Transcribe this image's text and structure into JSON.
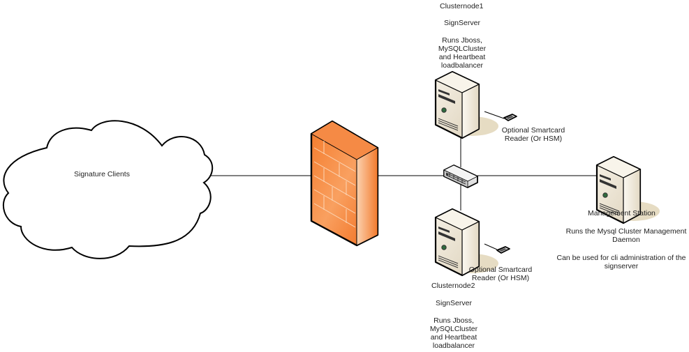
{
  "cloud": {
    "label": "Signature Clients"
  },
  "firewall": {
    "name": "Firewall"
  },
  "switch": {
    "name": "Network switch"
  },
  "clusternode1": {
    "name": "Clusternode1",
    "role": "SignServer",
    "description_lines": [
      "Runs Jboss,",
      "MySQLCluster",
      "and Heartbeat",
      "loadbalancer"
    ],
    "reader_lines": [
      "Optional Smartcard",
      "Reader (Or HSM)"
    ]
  },
  "clusternode2": {
    "name": "Clusternode2",
    "role": "SignServer",
    "description_lines": [
      "Runs Jboss,",
      "MySQLCluster",
      "and Heartbeat",
      "loadbalancer"
    ],
    "reader_lines": [
      "Optional Smartcard",
      "Reader (Or HSM)"
    ]
  },
  "management": {
    "name": "Management Station",
    "description_lines": [
      "Runs the  Mysql Cluster  Management",
      "Daemon"
    ],
    "cli_lines": [
      "Can be used for cli administration of the",
      "signserver"
    ]
  },
  "colors": {
    "firewall_orange": "#f26b1d",
    "server_beige": "#e9dfcc",
    "server_shadow": "#e6dcc3",
    "line": "#000000"
  }
}
